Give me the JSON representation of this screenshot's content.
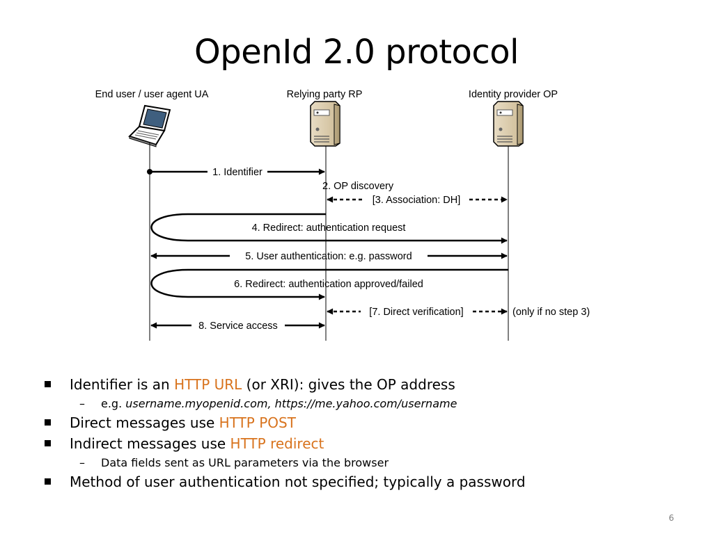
{
  "title": "OpenId 2.0 protocol",
  "diagram": {
    "actors": {
      "ua": "End user / user agent UA",
      "rp": "Relying party RP",
      "op": "Identity provider OP"
    },
    "messages": {
      "m1": "1. Identifier",
      "m2": "2. OP discovery",
      "m3": "[3. Association: DH]",
      "m4": "4. Redirect: authentication request",
      "m5": "5. User authentication: e.g. password",
      "m6": "6. Redirect: authentication approved/failed",
      "m7": "[7. Direct verification]",
      "m7_note": "(only if no step 3)",
      "m8": "8. Service access"
    }
  },
  "bullets": {
    "b1": {
      "pre": "Identifier is an ",
      "hl": "HTTP URL",
      "post": " (or XRI): gives the OP address"
    },
    "b1_sub": {
      "pre": "e.g. ",
      "it": "username.myopenid.com, https://me.yahoo.com/username"
    },
    "b2": {
      "pre": "Direct messages use ",
      "hl": "HTTP POST"
    },
    "b3": {
      "pre": "Indirect messages use ",
      "hl": "HTTP redirect"
    },
    "b3_sub": {
      "text": "Data fields sent as URL parameters via the browser"
    },
    "b4": {
      "text": "Method of user authentication not specified; typically a password"
    },
    "dash": "–"
  },
  "page_number": "6",
  "colors": {
    "highlight": "#d8731d"
  },
  "icons": {
    "ua": "laptop-icon",
    "rp": "server-icon",
    "op": "server-icon"
  }
}
